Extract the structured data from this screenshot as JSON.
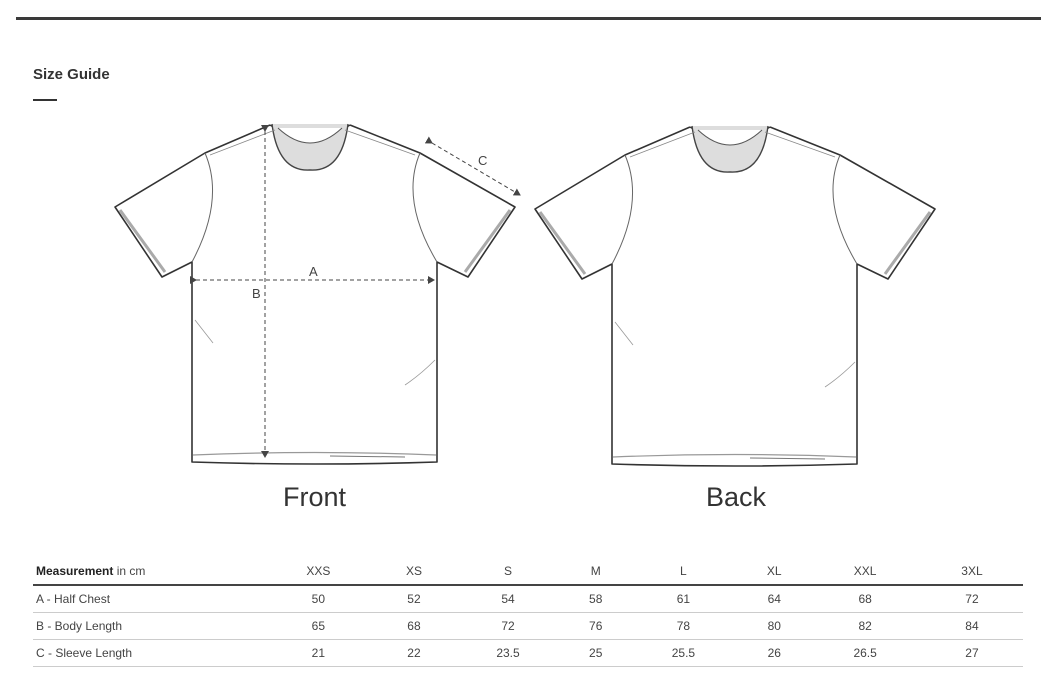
{
  "title": "Size Guide",
  "views": {
    "front": "Front",
    "back": "Back"
  },
  "dimension_labels": {
    "a": "A",
    "b": "B",
    "c": "C"
  },
  "table": {
    "header_bold": "Measurement",
    "header_unit": "in cm",
    "sizes": [
      "XXS",
      "XS",
      "S",
      "M",
      "L",
      "XL",
      "XXL",
      "3XL"
    ],
    "rows": [
      {
        "label": "A - Half Chest",
        "values": [
          "50",
          "52",
          "54",
          "58",
          "61",
          "64",
          "68",
          "72"
        ]
      },
      {
        "label": "B - Body Length",
        "values": [
          "65",
          "68",
          "72",
          "76",
          "78",
          "80",
          "82",
          "84"
        ]
      },
      {
        "label": "C - Sleeve Length",
        "values": [
          "21",
          "22",
          "23.5",
          "25",
          "25.5",
          "26",
          "26.5",
          "27"
        ]
      }
    ]
  }
}
